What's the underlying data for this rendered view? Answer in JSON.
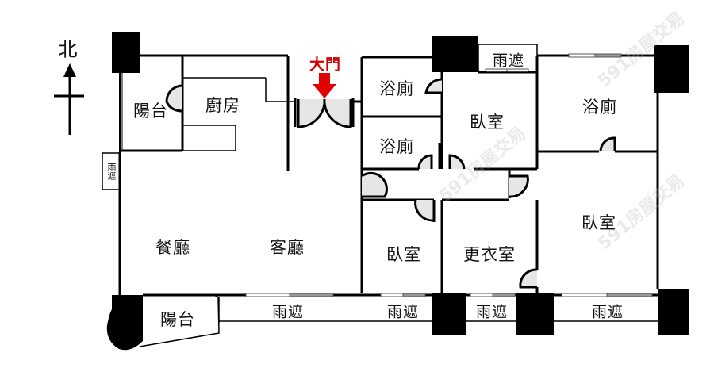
{
  "compass": {
    "north_label": "北"
  },
  "entrance": {
    "label": "大門",
    "arrow_color": "#e00000"
  },
  "rooms": [
    {
      "id": "balcony-north",
      "label": "陽台"
    },
    {
      "id": "kitchen",
      "label": "廚房"
    },
    {
      "id": "bathroom-1",
      "label": "浴廁"
    },
    {
      "id": "bathroom-2",
      "label": "浴廁"
    },
    {
      "id": "bedroom-north",
      "label": "臥室"
    },
    {
      "id": "bathroom-master",
      "label": "浴廁"
    },
    {
      "id": "dining-room",
      "label": "餐廳"
    },
    {
      "id": "living-room",
      "label": "客廳"
    },
    {
      "id": "bedroom-south",
      "label": "臥室"
    },
    {
      "id": "walk-in-closet",
      "label": "更衣室"
    },
    {
      "id": "bedroom-master",
      "label": "臥室"
    },
    {
      "id": "balcony-south",
      "label": "陽台"
    }
  ],
  "canopies": [
    {
      "id": "canopy-north",
      "label": "雨遮"
    },
    {
      "id": "canopy-west",
      "label": "雨遮"
    },
    {
      "id": "canopy-south-1",
      "label": "雨遮"
    },
    {
      "id": "canopy-south-2",
      "label": "雨遮"
    },
    {
      "id": "canopy-south-3",
      "label": "雨遮"
    },
    {
      "id": "canopy-south-4",
      "label": "雨遮"
    }
  ],
  "watermark": {
    "text": "591房屋交易"
  },
  "colors": {
    "wall": "#000000",
    "door_fill": "#e6e6e6",
    "window": "#9a9a9a"
  }
}
